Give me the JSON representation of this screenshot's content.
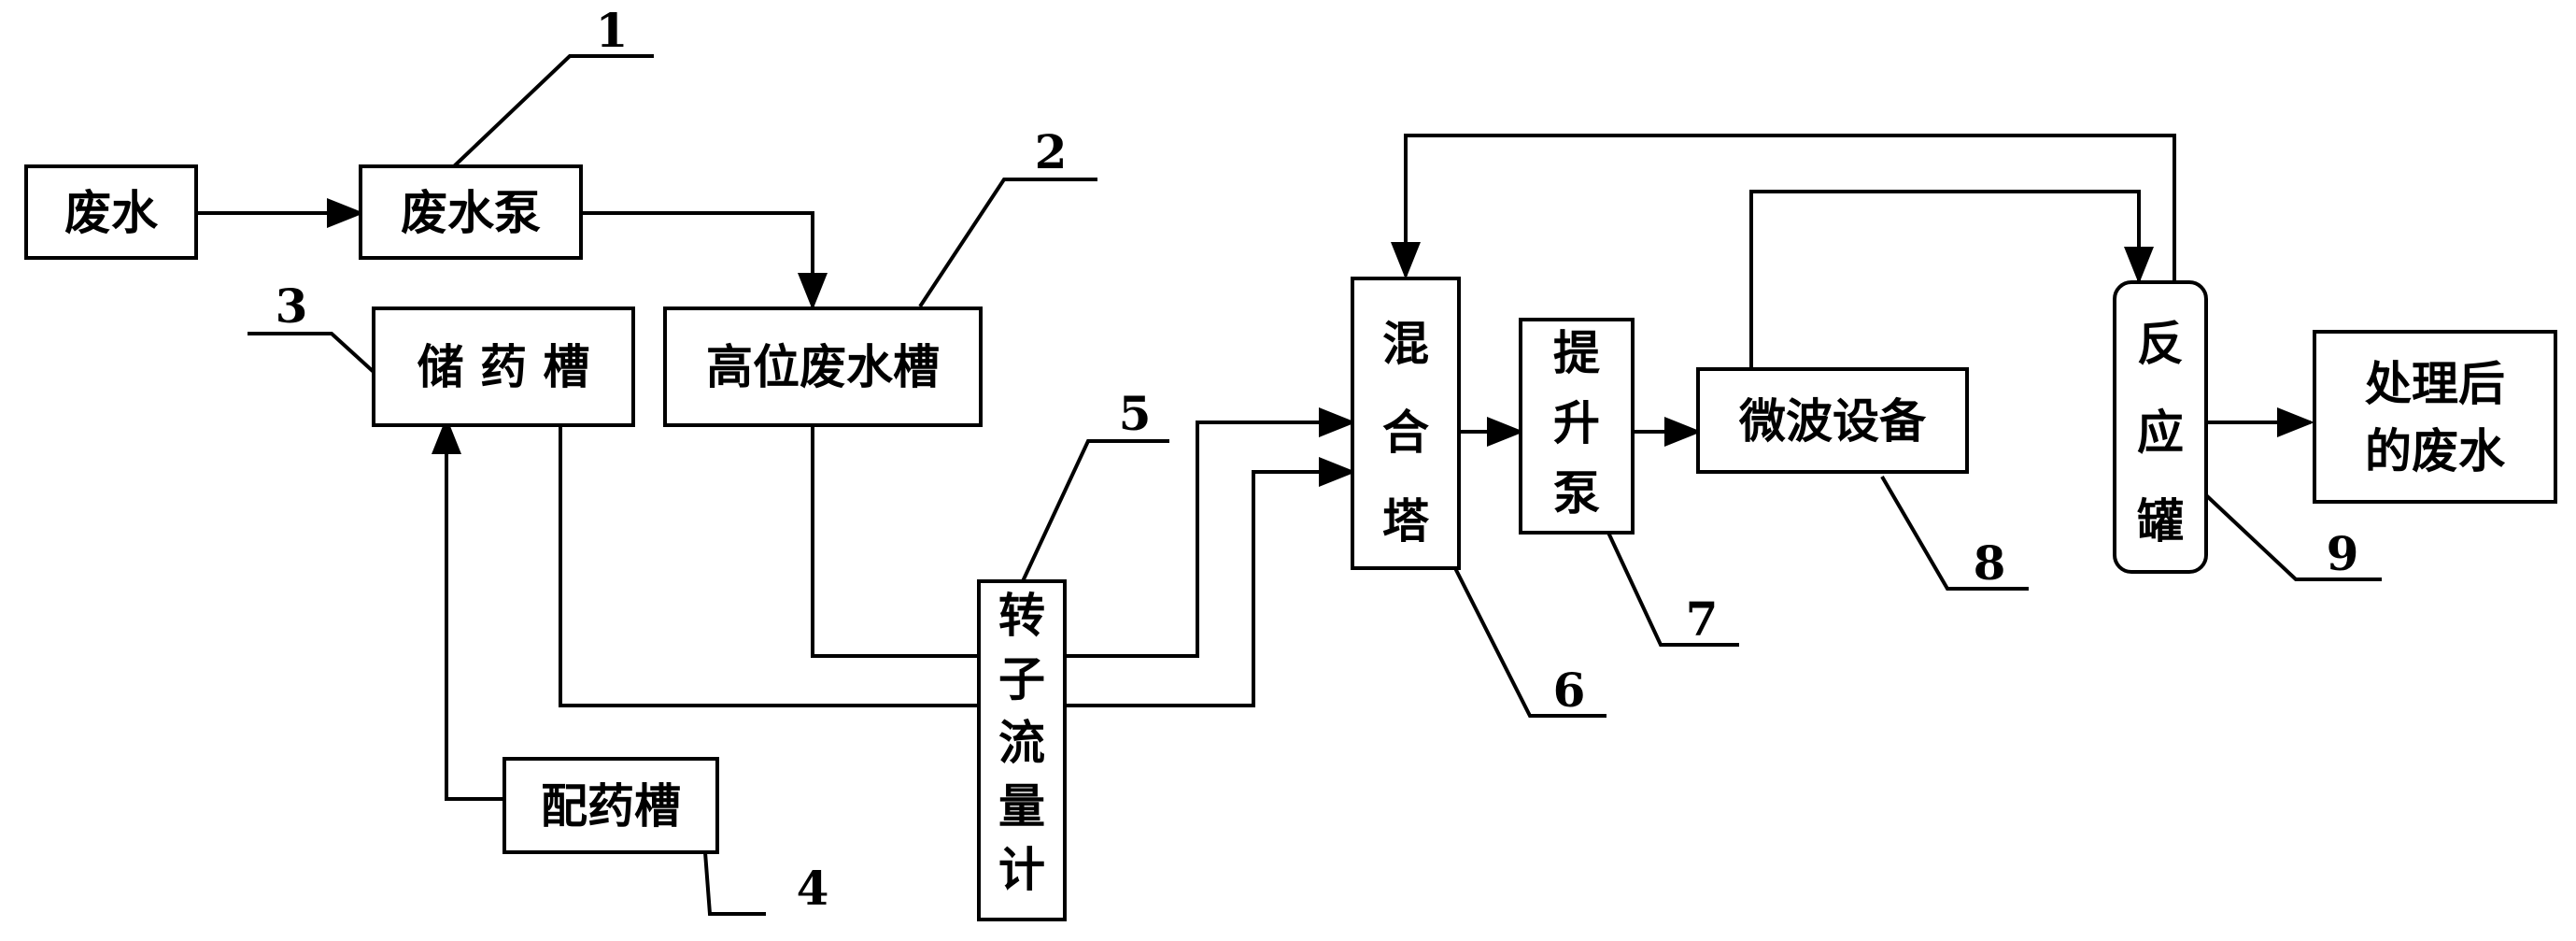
{
  "nodes": {
    "wastewater": "废水",
    "wastewater_pump": "废水泵",
    "high_wastewater_tank": "高位废水槽",
    "storage_tank": "储 药 槽",
    "dosing_tank": "配药槽",
    "rotameter": [
      "转",
      "子",
      "流",
      "量",
      "计"
    ],
    "mixing_tower": [
      "混",
      "合",
      "塔"
    ],
    "lift_pump": [
      "提",
      "升",
      "泵"
    ],
    "microwave_equipment": "微波设备",
    "reaction_tank": [
      "反",
      "应",
      "罐"
    ],
    "treated_wastewater": [
      "处理后",
      "的废水"
    ]
  },
  "labels": [
    "1",
    "2",
    "3",
    "4",
    "5",
    "6",
    "7",
    "8",
    "9"
  ]
}
